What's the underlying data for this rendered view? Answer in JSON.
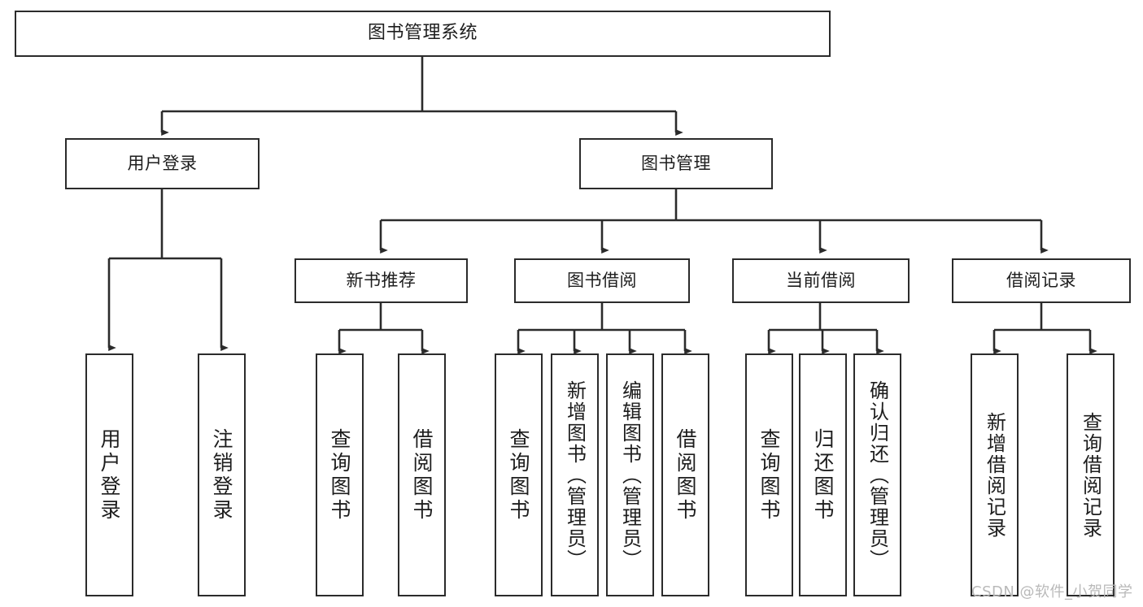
{
  "diagram": {
    "type": "hierarchy-tree",
    "title": "图书管理系统",
    "watermark": "CSDN @软件_小贺同学",
    "colors": {
      "box_stroke": "#2b2b2b",
      "box_fill": "#ffffff",
      "connector": "#2b2b2b",
      "text": "#1d1d1d",
      "watermark": "#b9b9b9"
    },
    "levels": {
      "root": {
        "label": "图书管理系统"
      },
      "level2": [
        {
          "id": "user-login",
          "label": "用户登录"
        },
        {
          "id": "book-manage",
          "label": "图书管理"
        }
      ],
      "level3": [
        {
          "id": "new-book-recommend",
          "label": "新书推荐",
          "parent": "book-manage"
        },
        {
          "id": "book-borrow",
          "label": "图书借阅",
          "parent": "book-manage"
        },
        {
          "id": "current-borrow",
          "label": "当前借阅",
          "parent": "book-manage"
        },
        {
          "id": "borrow-record",
          "label": "借阅记录",
          "parent": "book-manage"
        }
      ],
      "leaves": [
        {
          "id": "leaf-user-login",
          "label": "用户登录",
          "parent": "user-login"
        },
        {
          "id": "leaf-logout-login",
          "label": "注销登录",
          "parent": "user-login"
        },
        {
          "id": "leaf-query-book-1",
          "label": "查询图书",
          "parent": "new-book-recommend"
        },
        {
          "id": "leaf-borrow-book-1",
          "label": "借阅图书",
          "parent": "new-book-recommend"
        },
        {
          "id": "leaf-query-book-2",
          "label": "查询图书",
          "parent": "book-borrow"
        },
        {
          "id": "leaf-add-book",
          "label": "新增图书（管理员）",
          "parent": "book-borrow"
        },
        {
          "id": "leaf-edit-book",
          "label": "编辑图书（管理员）",
          "parent": "book-borrow"
        },
        {
          "id": "leaf-borrow-book-2",
          "label": "借阅图书",
          "parent": "book-borrow"
        },
        {
          "id": "leaf-query-book-3",
          "label": "查询图书",
          "parent": "current-borrow"
        },
        {
          "id": "leaf-return-book",
          "label": "归还图书",
          "parent": "current-borrow"
        },
        {
          "id": "leaf-confirm-return",
          "label": "确认归还（管理员）",
          "parent": "current-borrow"
        },
        {
          "id": "leaf-add-record",
          "label": "新增借阅记录",
          "parent": "borrow-record"
        },
        {
          "id": "leaf-query-record",
          "label": "查询借阅记录",
          "parent": "borrow-record"
        }
      ]
    }
  }
}
